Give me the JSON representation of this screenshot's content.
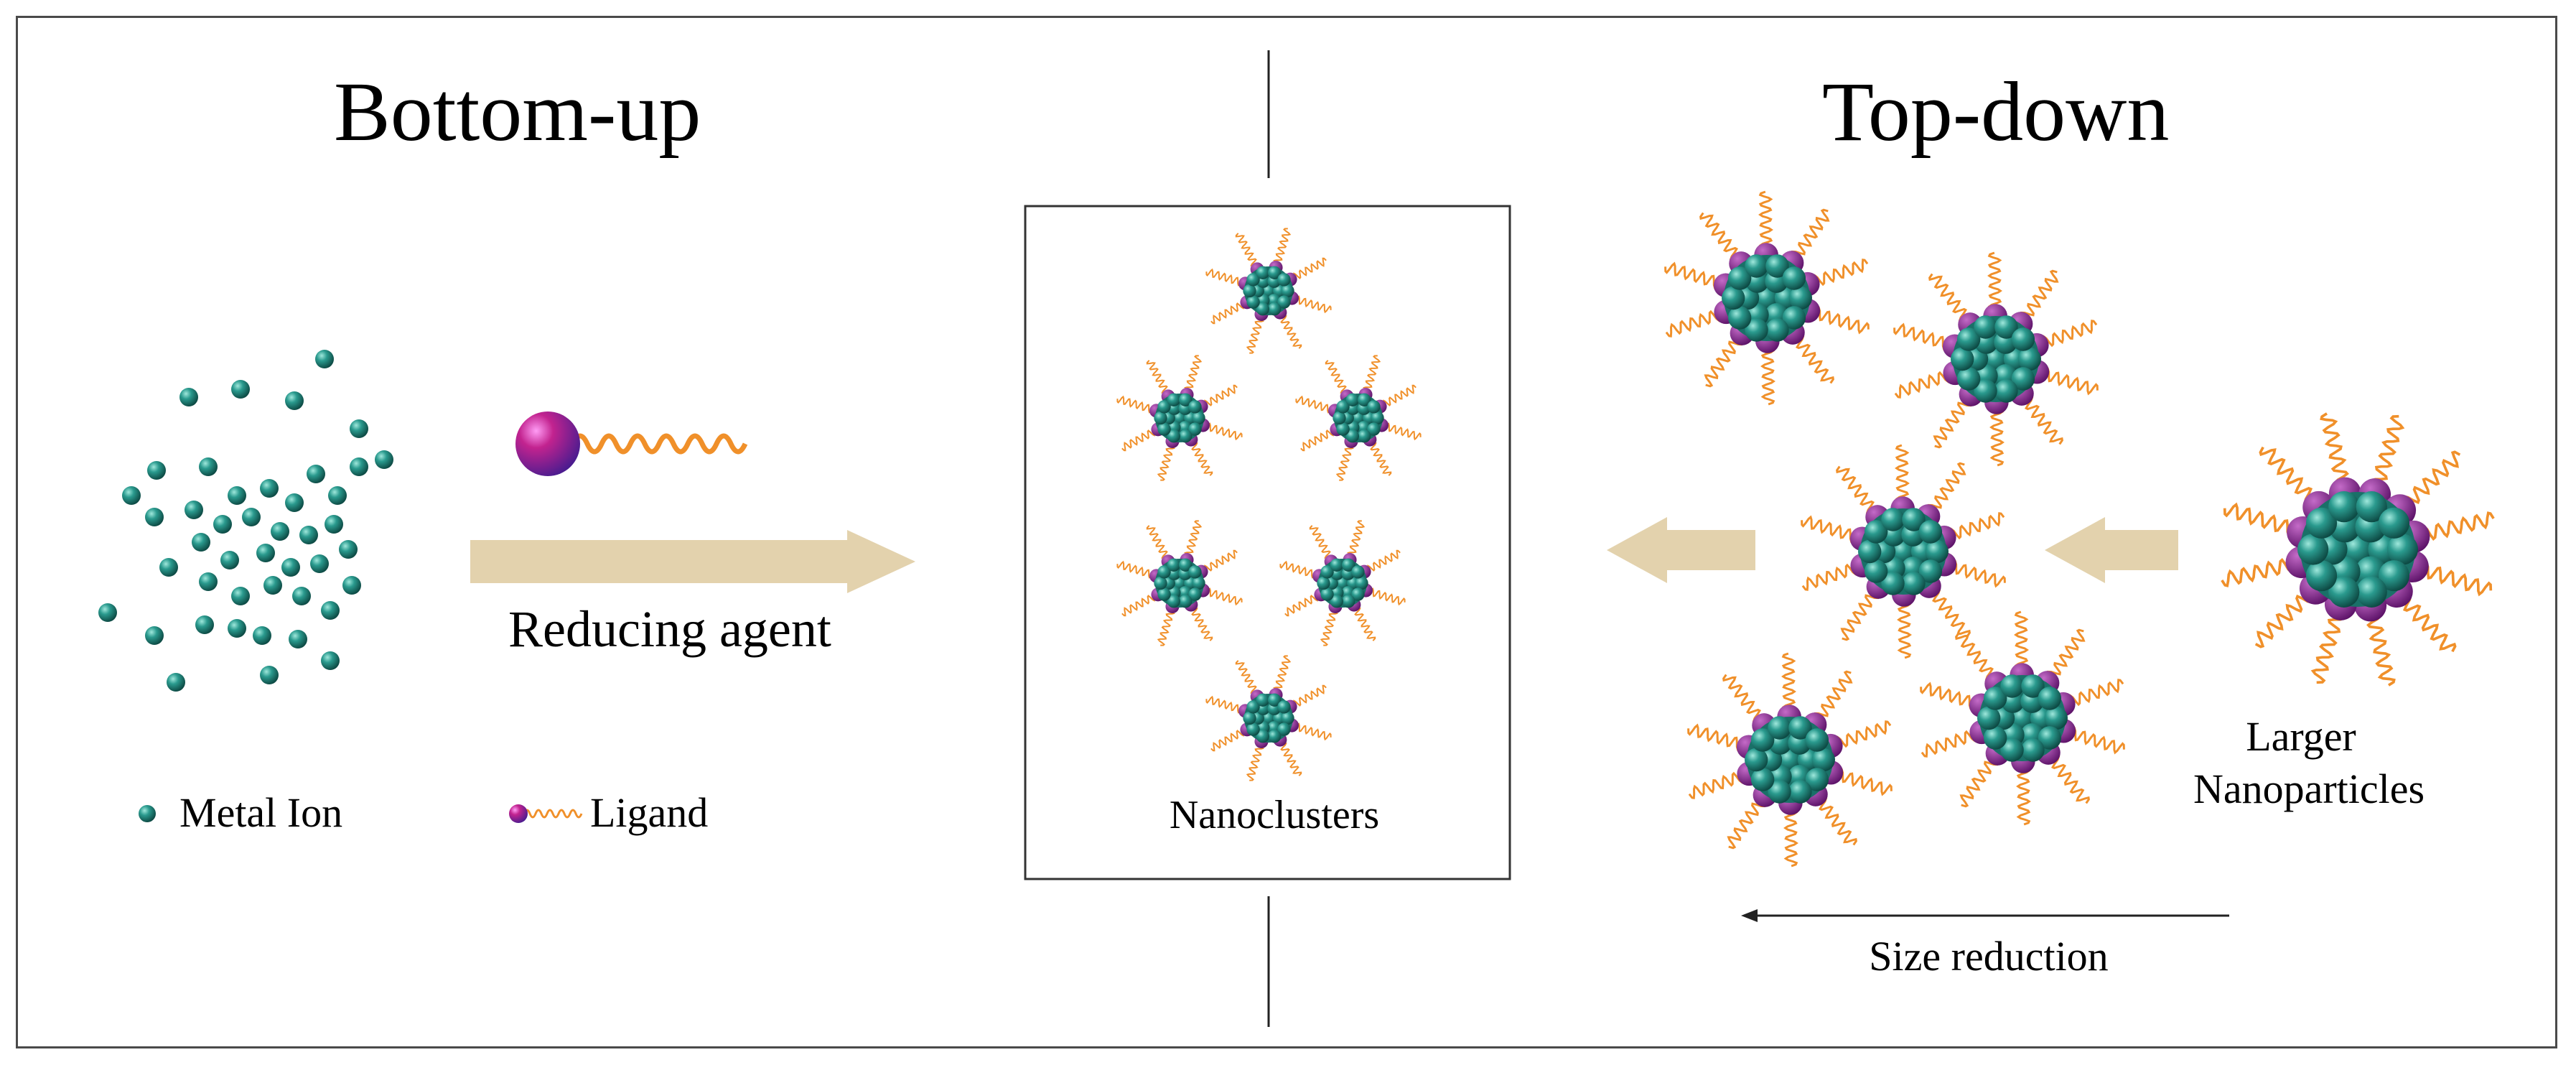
{
  "titles": {
    "left": "Bottom-up",
    "right": "Top-down"
  },
  "labels": {
    "reducing_agent": "Reducing agent",
    "nanoclusters": "Nanoclusters",
    "larger_nanoparticles": "Larger Nanoparticles",
    "size_reduction": "Size reduction"
  },
  "legend": {
    "metal_ion": "Metal Ion",
    "ligand": "Ligand"
  },
  "colors": {
    "metal": "#1e8a80",
    "ligand_head": "#8a1d8f",
    "ligand_tail": "#f0902a",
    "process_arrow": "#e3d2ad",
    "border": "#4a4a4a"
  }
}
